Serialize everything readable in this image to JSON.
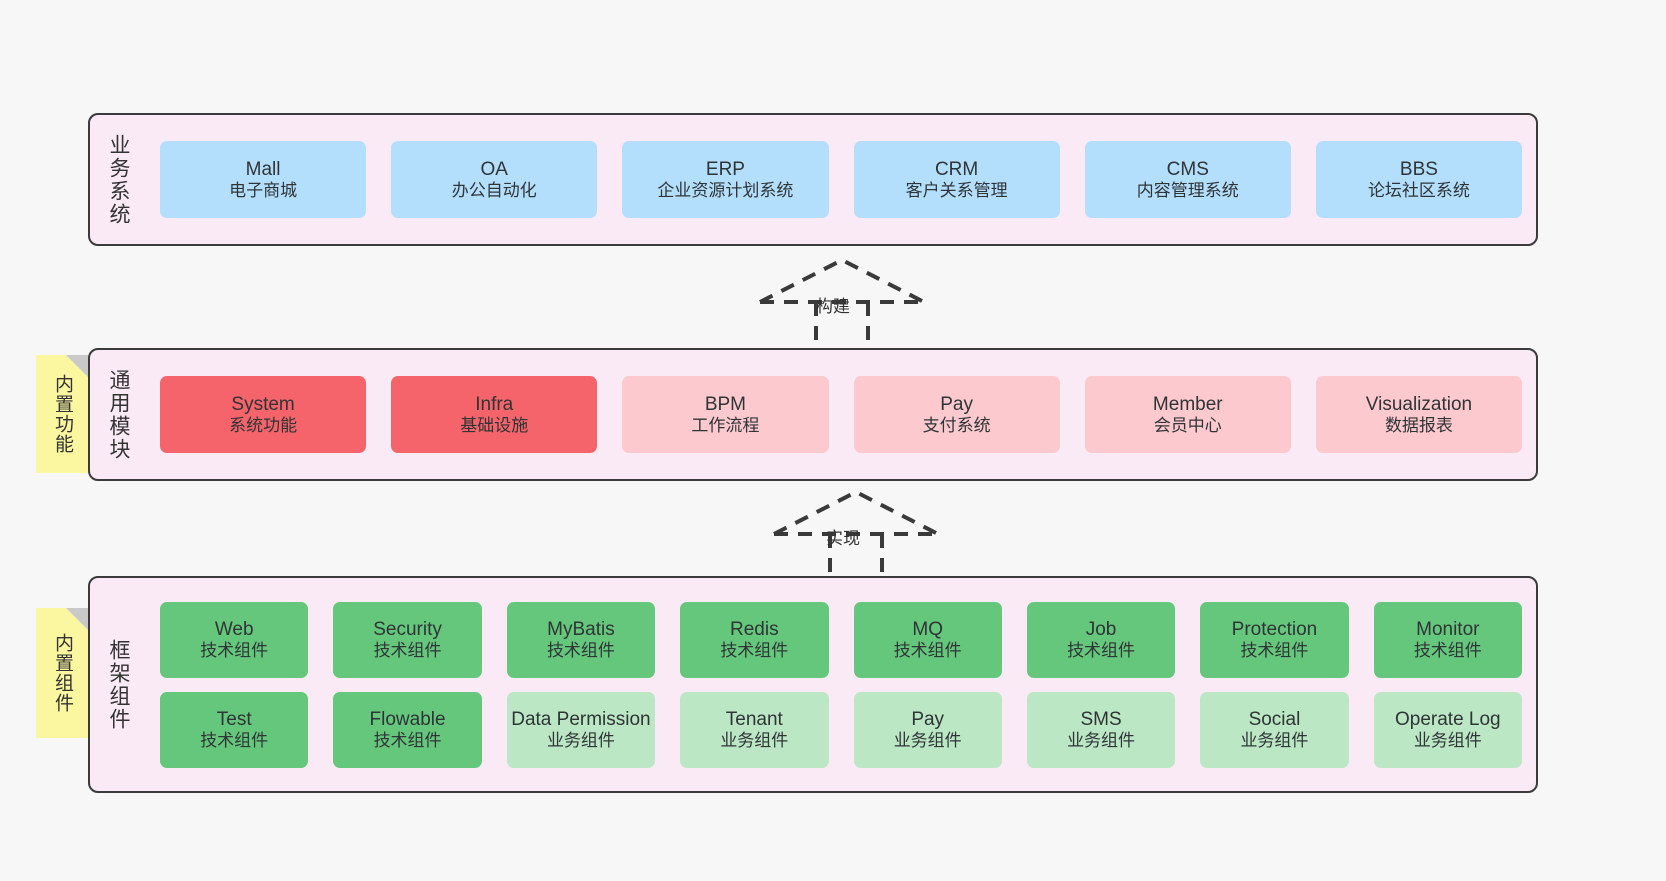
{
  "layers": [
    {
      "id": "business",
      "label": "业务系统",
      "rows": [
        [
          {
            "name": "Mall",
            "desc": "电子商城",
            "style": "c-blue"
          },
          {
            "name": "OA",
            "desc": "办公自动化",
            "style": "c-blue"
          },
          {
            "name": "ERP",
            "desc": "企业资源计划系统",
            "style": "c-blue"
          },
          {
            "name": "CRM",
            "desc": "客户关系管理",
            "style": "c-blue"
          },
          {
            "name": "CMS",
            "desc": "内容管理系统",
            "style": "c-blue"
          },
          {
            "name": "BBS",
            "desc": "论坛社区系统",
            "style": "c-blue"
          }
        ]
      ]
    },
    {
      "id": "common",
      "label": "通用模块",
      "sticky": "内置功能",
      "rows": [
        [
          {
            "name": "System",
            "desc": "系统功能",
            "style": "c-red"
          },
          {
            "name": "Infra",
            "desc": "基础设施",
            "style": "c-red"
          },
          {
            "name": "BPM",
            "desc": "工作流程",
            "style": "c-pink"
          },
          {
            "name": "Pay",
            "desc": "支付系统",
            "style": "c-pink"
          },
          {
            "name": "Member",
            "desc": "会员中心",
            "style": "c-pink"
          },
          {
            "name": "Visualization",
            "desc": "数据报表",
            "style": "c-pink"
          }
        ]
      ]
    },
    {
      "id": "frame",
      "label": "框架组件",
      "sticky": "内置组件",
      "rows": [
        [
          {
            "name": "Web",
            "desc": "技术组件",
            "style": "c-green"
          },
          {
            "name": "Security",
            "desc": "技术组件",
            "style": "c-green"
          },
          {
            "name": "MyBatis",
            "desc": "技术组件",
            "style": "c-green"
          },
          {
            "name": "Redis",
            "desc": "技术组件",
            "style": "c-green"
          },
          {
            "name": "MQ",
            "desc": "技术组件",
            "style": "c-green"
          },
          {
            "name": "Job",
            "desc": "技术组件",
            "style": "c-green"
          },
          {
            "name": "Protection",
            "desc": "技术组件",
            "style": "c-green"
          },
          {
            "name": "Monitor",
            "desc": "技术组件",
            "style": "c-green"
          }
        ],
        [
          {
            "name": "Test",
            "desc": "技术组件",
            "style": "c-green"
          },
          {
            "name": "Flowable",
            "desc": "技术组件",
            "style": "c-green"
          },
          {
            "name": "Data Permission",
            "desc": "业务组件",
            "style": "c-greenlight"
          },
          {
            "name": "Tenant",
            "desc": "业务组件",
            "style": "c-greenlight"
          },
          {
            "name": "Pay",
            "desc": "业务组件",
            "style": "c-greenlight"
          },
          {
            "name": "SMS",
            "desc": "业务组件",
            "style": "c-greenlight"
          },
          {
            "name": "Social",
            "desc": "业务组件",
            "style": "c-greenlight"
          },
          {
            "name": "Operate Log",
            "desc": "业务组件",
            "style": "c-greenlight"
          }
        ]
      ]
    }
  ],
  "connectors": [
    {
      "id": "build",
      "label": "构建"
    },
    {
      "id": "impl",
      "label": "实现"
    }
  ],
  "colors": {
    "canvas": "#f7f7f7",
    "band_fill": "#f9eaf5",
    "band_border": "#3b3b3b",
    "blue": "#b3dffc",
    "red": "#f4646a",
    "pink": "#fcc9cf",
    "green": "#65c77c",
    "green_light": "#bbe7c4",
    "sticky": "#fbf7a0",
    "sticky_fold": "#c9c9c9",
    "connector": "#3a3a3a"
  }
}
